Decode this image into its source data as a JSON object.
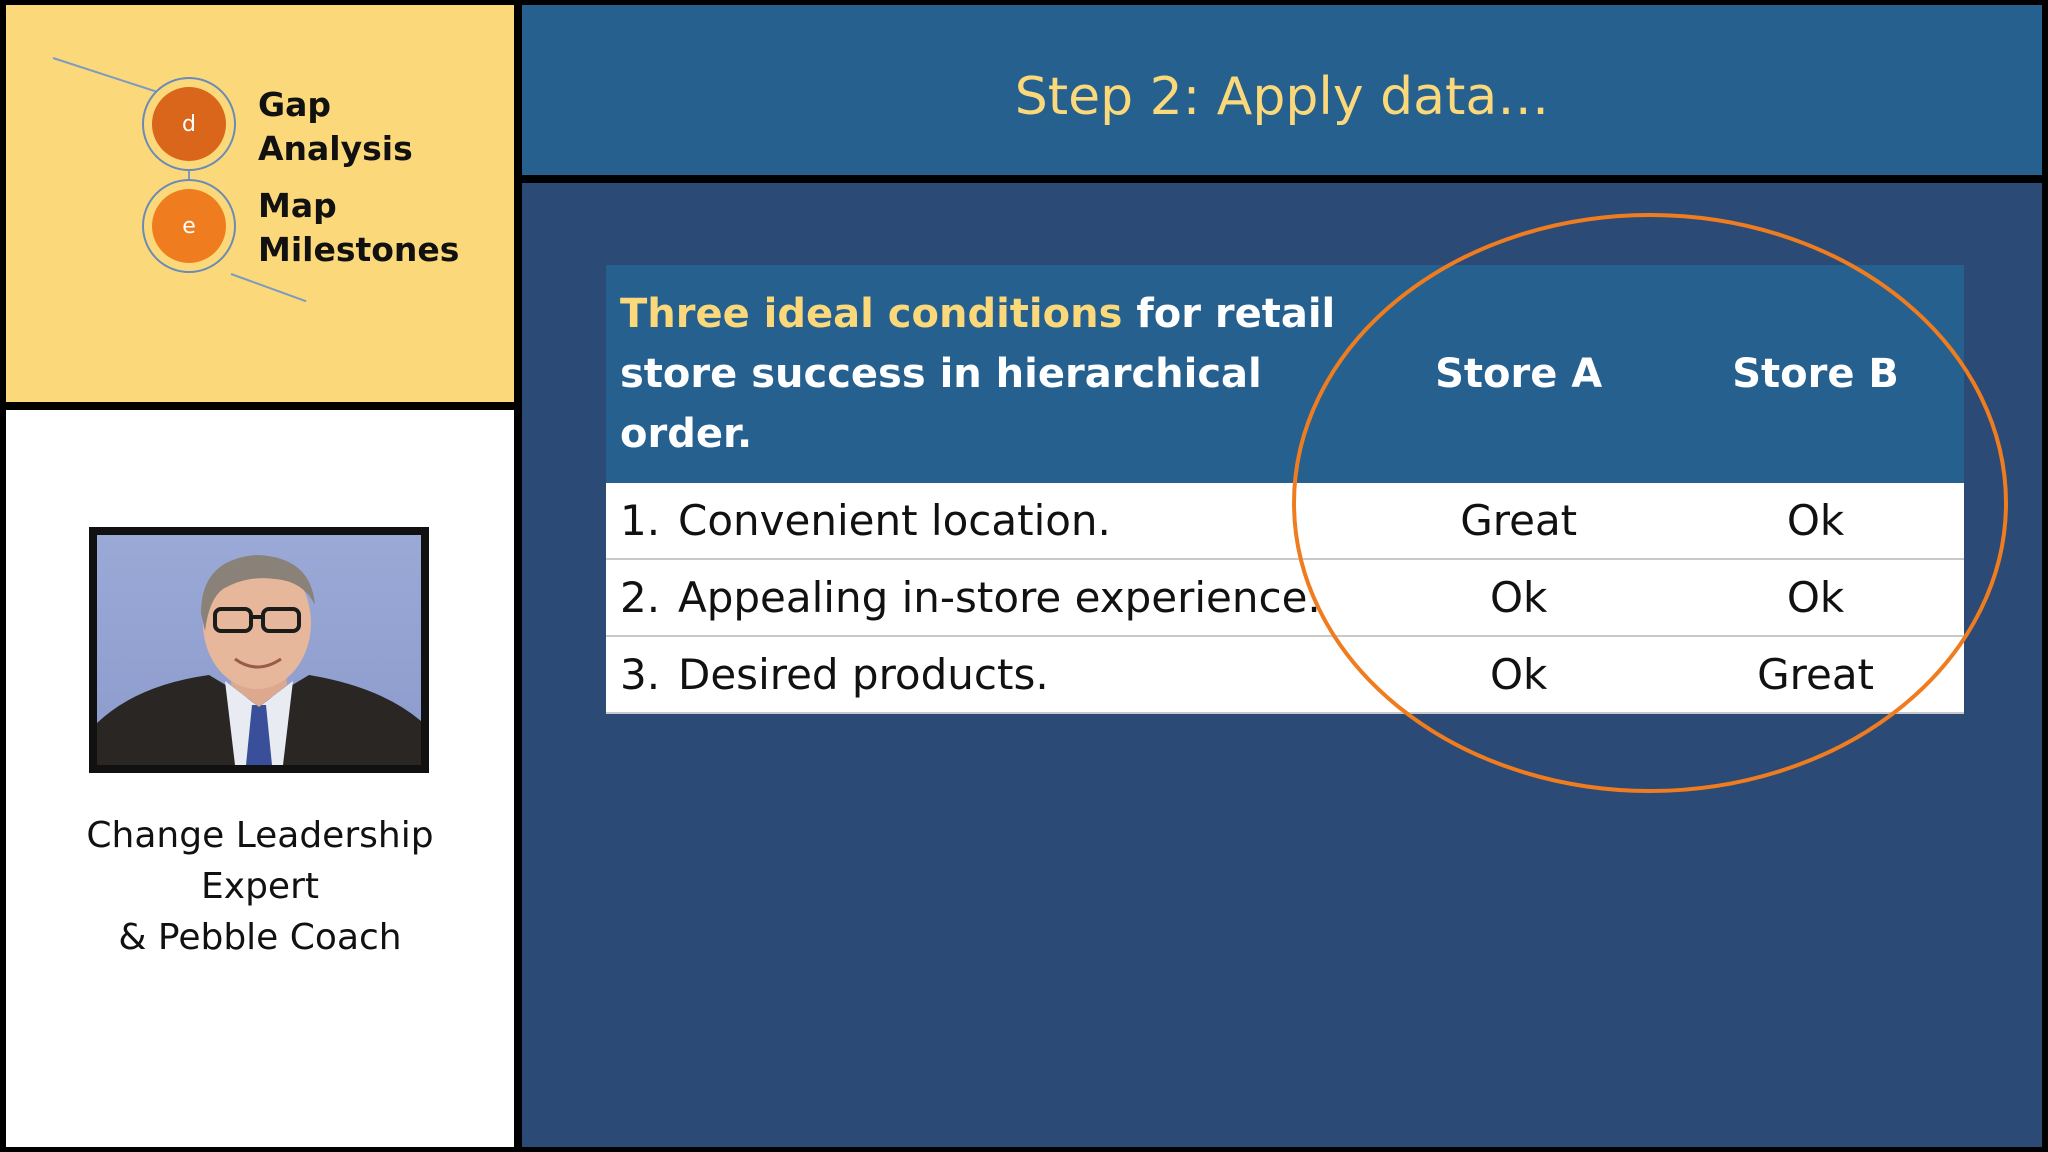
{
  "navigation": {
    "steps": [
      {
        "letter": "d",
        "label": "Gap\nAnalysis",
        "color": "#d9661a"
      },
      {
        "letter": "e",
        "label": "Map\nMilestones",
        "color": "#ef7d1f"
      }
    ]
  },
  "presenter": {
    "caption": "Change Leadership\nExpert\n& Pebble Coach"
  },
  "slide": {
    "title": "Step 2: Apply data…"
  },
  "table": {
    "header": {
      "condition_highlight": "Three ideal conditions",
      "condition_rest": " for retail store success in hierarchical order.",
      "store_a": "Store A",
      "store_b": "Store B"
    },
    "rows": [
      {
        "num": "1.",
        "condition": "Convenient location.",
        "store_a": "Great",
        "store_b": "Ok"
      },
      {
        "num": "2.",
        "condition": "Appealing in-store experience.",
        "store_a": "Ok",
        "store_b": "Ok"
      },
      {
        "num": "3.",
        "condition": "Desired products.",
        "store_a": "Ok",
        "store_b": "Great"
      }
    ]
  },
  "colors": {
    "accent_yellow": "#fbd97a",
    "title_blue": "#26608f",
    "content_navy": "#2c4a76",
    "highlight_orange": "#ef7d1f"
  }
}
